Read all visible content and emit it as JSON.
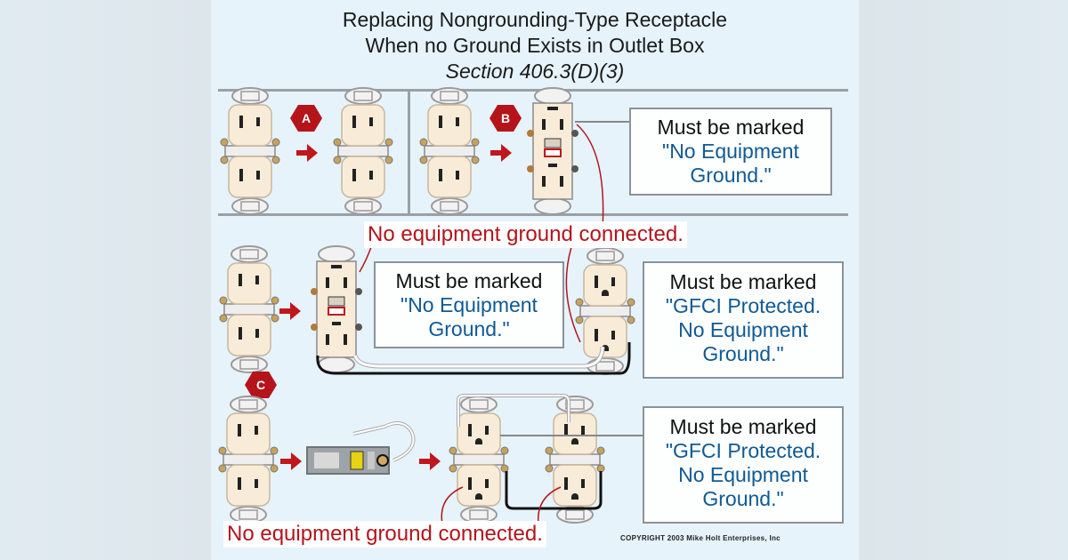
{
  "title": {
    "line1": "Replacing Nongrounding-Type Receptacle",
    "line2": "When no Ground Exists in Outlet Box",
    "section": "Section 406.3(D)(3)"
  },
  "badges": {
    "a": "A",
    "b": "B",
    "c": "C"
  },
  "callouts": {
    "b": {
      "label": "Must be marked",
      "quote_line1": "\"No Equipment",
      "quote_line2": "Ground.\""
    },
    "c_left": {
      "label": "Must be marked",
      "quote_line1": "\"No Equipment",
      "quote_line2": "Ground.\""
    },
    "c_right": {
      "label": "Must be marked",
      "quote_line1": "\"GFCI Protected.",
      "quote_line2": "No Equipment",
      "quote_line3": "Ground.\""
    },
    "c_bottom": {
      "label": "Must be marked",
      "quote_line1": "\"GFCI Protected.",
      "quote_line2": "No Equipment",
      "quote_line3": "Ground.\""
    }
  },
  "notes": {
    "top": "No equipment ground connected.",
    "bottom": "No equipment ground connected."
  },
  "copyright": "COPYRIGHT 2003 Mike Holt Enterprises, Inc",
  "colors": {
    "panel_bg": "#e6f3fb",
    "receptacle": "#f8ecd9",
    "badge_red": "#b5141b",
    "note_red": "#b3141b",
    "quote_blue": "#0f5a94",
    "divider": "#9aa0a5"
  }
}
